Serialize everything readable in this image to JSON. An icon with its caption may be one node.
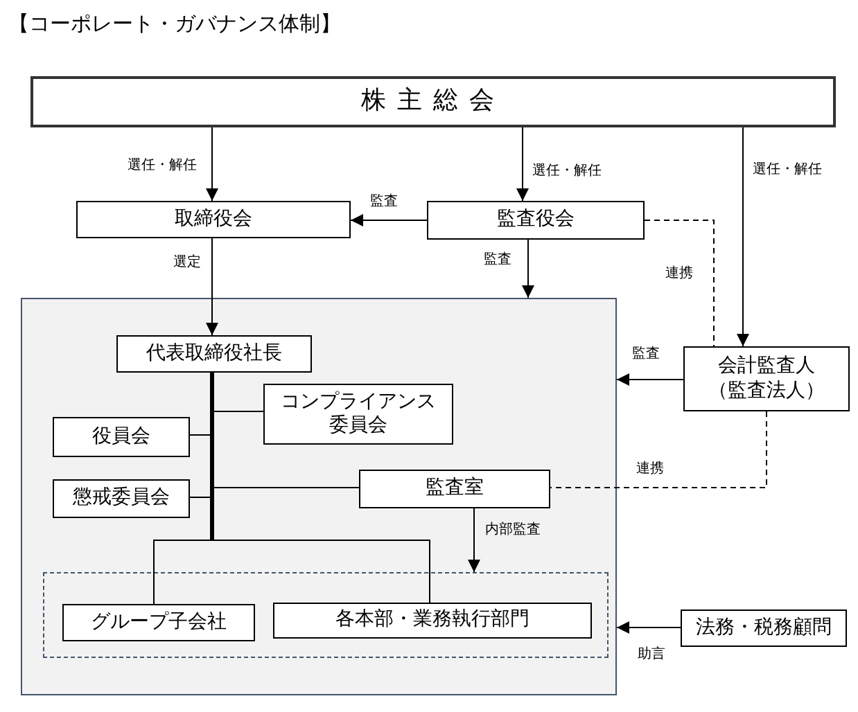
{
  "diagram": {
    "title": "【コーポレート・ガバナンス体制】",
    "nodes": [
      {
        "text": [
          "株主総会"
        ]
      },
      {
        "text": [
          "取締役会"
        ]
      },
      {
        "text": [
          "監査役会"
        ]
      },
      {
        "text": [],
        "shape": "box"
      },
      {
        "text": [
          "代表取締役社長"
        ],
        "in": 3
      },
      {
        "text": [
          "コンプライアンス委員会"
        ],
        "in": 3
      },
      {
        "text": [
          "役員会"
        ],
        "in": 3
      },
      {
        "text": [
          "懲戒委員会"
        ],
        "in": 3
      },
      {
        "text": [
          "監査室"
        ],
        "in": 3
      },
      {
        "text": [],
        "shape": "box",
        "in": 3
      },
      {
        "text": [
          "グループ子会社"
        ],
        "in": 9
      },
      {
        "text": [
          "各本部・業務執行部門"
        ],
        "in": 9
      },
      {
        "text": [
          "会計監査人（監査法人）"
        ]
      },
      {
        "text": [
          "法務・税務顧問"
        ]
      }
    ],
    "edges": [
      {
        "from": 0,
        "to": 1,
        "arrow": "to",
        "label": "選任・解任"
      },
      {
        "from": 0,
        "to": 2,
        "arrow": "to",
        "label": "選任・解任"
      },
      {
        "from": 0,
        "to": 12,
        "arrow": "to",
        "label": "選任・解任"
      },
      {
        "from": 2,
        "to": 1,
        "arrow": "to",
        "label": "監査"
      },
      {
        "from": 2,
        "to": 3,
        "arrow": "to",
        "label": "監査"
      },
      {
        "from": 2,
        "to": 12,
        "arrow": "none",
        "label": "連携",
        "style": "dashed"
      },
      {
        "from": 1,
        "to": 4,
        "arrow": "to",
        "label": "選定"
      },
      {
        "from": 12,
        "to": 3,
        "arrow": "to",
        "label": "監査"
      },
      {
        "from": 12,
        "to": 8,
        "arrow": "none",
        "label": "連携",
        "style": "dashed"
      },
      {
        "from": 8,
        "to": 9,
        "arrow": "to",
        "label": "内部監査"
      },
      {
        "from": 13,
        "to": 3,
        "arrow": "to",
        "label": "助言"
      },
      {
        "from": 4,
        "to": 5,
        "arrow": "none",
        "style": "thick"
      },
      {
        "from": 4,
        "to": 6,
        "arrow": "none",
        "style": "thick"
      },
      {
        "from": 4,
        "to": 7,
        "arrow": "none",
        "style": "thick"
      },
      {
        "from": 4,
        "to": 8,
        "arrow": "none"
      },
      {
        "from": 4,
        "to": 10,
        "arrow": "none"
      },
      {
        "from": 4,
        "to": 11,
        "arrow": "none"
      }
    ]
  }
}
